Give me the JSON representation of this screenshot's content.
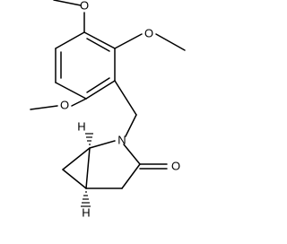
{
  "molecule": {
    "atoms": [
      {
        "id": "o_top",
        "label": "O"
      },
      {
        "id": "o_right",
        "label": "O"
      },
      {
        "id": "o_left",
        "label": "O"
      },
      {
        "id": "n_ring",
        "label": "N"
      },
      {
        "id": "o_carbonyl",
        "label": "O"
      },
      {
        "id": "h_top",
        "label": "H"
      },
      {
        "id": "h_bottom",
        "label": "H"
      }
    ]
  },
  "colors": {
    "bond": "#000000",
    "background": "#ffffff"
  }
}
